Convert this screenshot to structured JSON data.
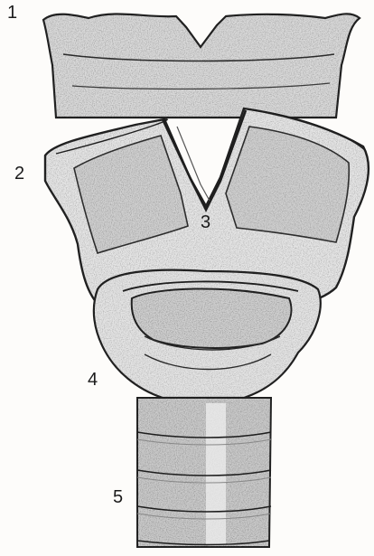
{
  "labels": {
    "l1": "1",
    "l2": "2",
    "l3": "3",
    "l4": "4",
    "l5": "5"
  },
  "colors": {
    "ink": "#1e1e1e",
    "paper": "#fdfcfa",
    "shade": "#8f8f8f"
  }
}
